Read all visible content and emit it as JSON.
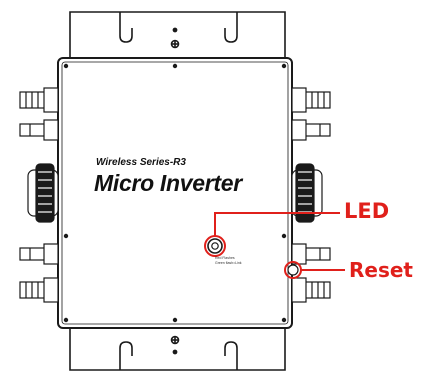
{
  "device": {
    "series_label": "Wireless Series-R3",
    "product_label": "Micro Inverter",
    "small_print_1": "Red Flashes",
    "small_print_2": "Green flash=Link"
  },
  "callouts": {
    "led": "LED",
    "reset": "Reset",
    "color": "#e0201b"
  },
  "icons": [
    "ground-symbol-icon",
    "led-indicator-icon",
    "reset-button-icon",
    "dc-connector-icon",
    "ac-cable-gland-icon",
    "mounting-slot-icon"
  ]
}
